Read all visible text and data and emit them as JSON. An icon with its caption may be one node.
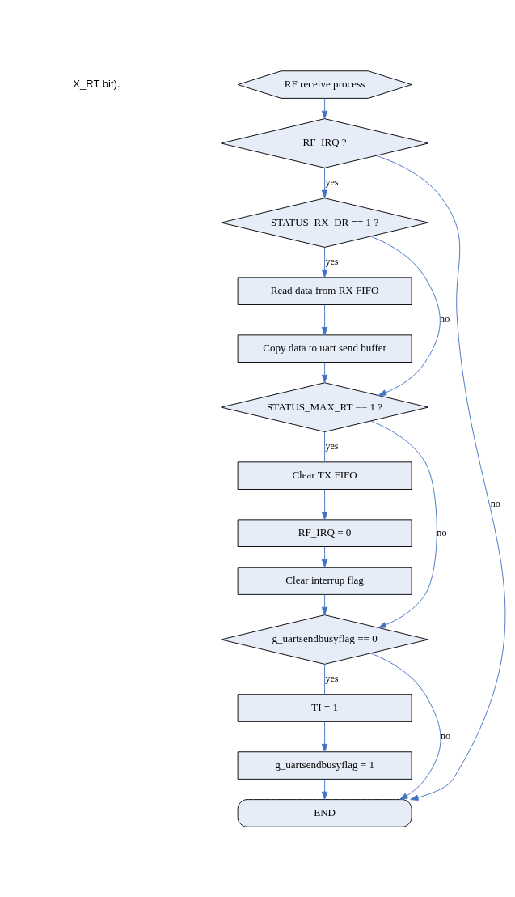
{
  "diagram": {
    "nodes": [
      {
        "text": [
          "RF receive process"
        ]
      },
      {
        "text": [
          "RF_IRQ ?"
        ]
      },
      {
        "text": [
          "STATUS_RX_DR == 1 ?"
        ]
      },
      {
        "text": [
          "Read data from RX FIFO"
        ]
      },
      {
        "text": [
          "Copy data to uart send buffer"
        ]
      },
      {
        "text": [
          "STATUS_MAX_RT == 1 ?"
        ]
      },
      {
        "text": [
          "Clear TX FIFO"
        ]
      },
      {
        "text": [
          "RF_IRQ = 0"
        ]
      },
      {
        "text": [
          "Clear interrup flag"
        ]
      },
      {
        "text": [
          "g_uartsendbusyflag == 0"
        ]
      },
      {
        "text": [
          "TI = 1"
        ]
      },
      {
        "text": [
          "g_uartsendbusyflag = 1"
        ]
      },
      {
        "text": [
          "END"
        ]
      }
    ],
    "edges": [
      {
        "from": 0,
        "to": 1,
        "arrow": "to"
      },
      {
        "from": 1,
        "to": 2,
        "label": "yes",
        "arrow": "to"
      },
      {
        "from": 1,
        "to": 12,
        "label": "no",
        "arrow": "to"
      },
      {
        "from": 2,
        "to": 3,
        "label": "yes",
        "arrow": "to"
      },
      {
        "from": 2,
        "to": 5,
        "label": "no",
        "arrow": "to"
      },
      {
        "from": 3,
        "to": 4,
        "arrow": "to"
      },
      {
        "from": 4,
        "to": 5,
        "arrow": "to"
      },
      {
        "from": 5,
        "to": 6,
        "label": "yes",
        "arrow": "none"
      },
      {
        "from": 5,
        "to": 9,
        "label": "no",
        "arrow": "to"
      },
      {
        "from": 6,
        "to": 7,
        "arrow": "to"
      },
      {
        "from": 7,
        "to": 8,
        "arrow": "to"
      },
      {
        "from": 8,
        "to": 9,
        "arrow": "to"
      },
      {
        "from": 9,
        "to": 10,
        "label": "yes",
        "arrow": "none"
      },
      {
        "from": 9,
        "to": 12,
        "label": "no",
        "arrow": "to"
      },
      {
        "from": 10,
        "to": 11,
        "arrow": "to"
      },
      {
        "from": 11,
        "to": 12,
        "arrow": "to"
      }
    ],
    "labels": [
      "X_RT bit)."
    ]
  }
}
